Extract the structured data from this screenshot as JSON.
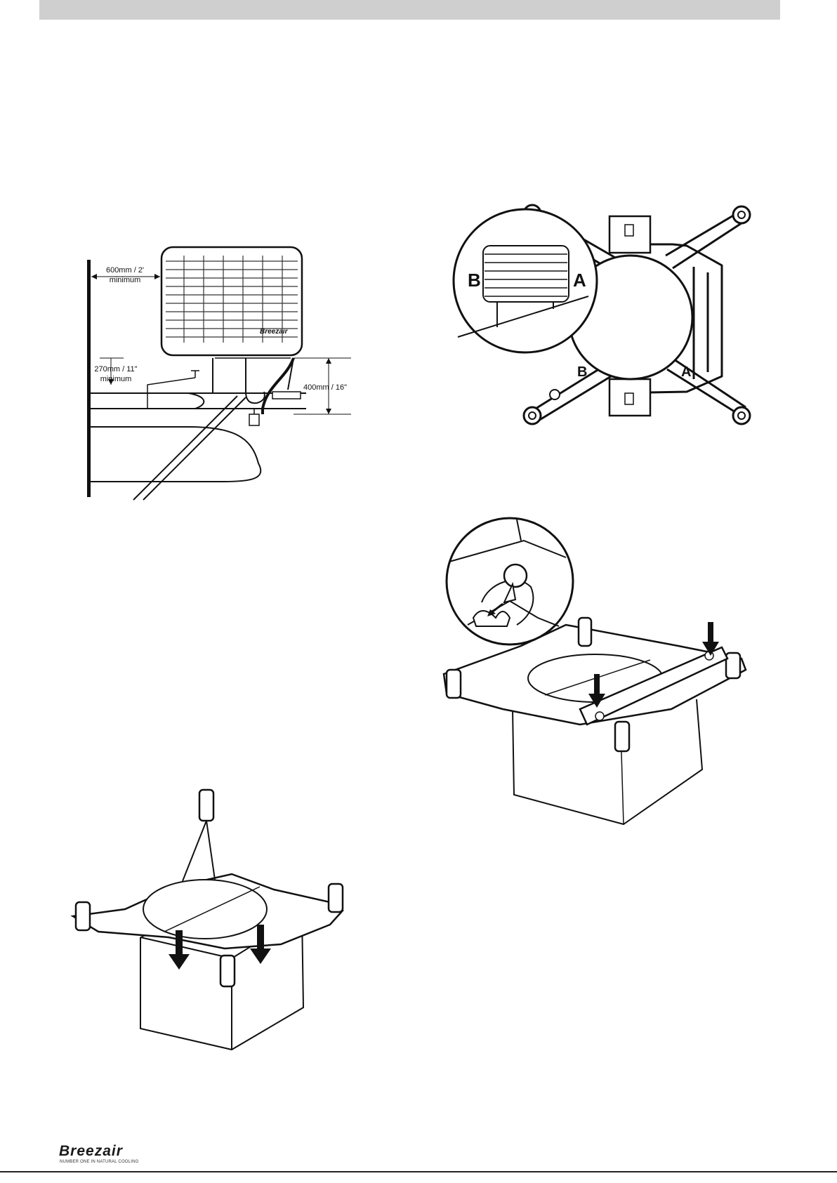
{
  "figure_clearance": {
    "side_clearance": "600mm / 2'",
    "side_clearance_note": "minimum",
    "bottom_clearance": "270mm / 11\"",
    "bottom_clearance_note": "minimum",
    "roof_height": "400mm / 16\"",
    "unit_badge": "Breezair"
  },
  "figure_orientation": {
    "label_b_large": "B",
    "label_a_large": "A",
    "label_b_small": "B",
    "label_a_small": "A"
  },
  "footer": {
    "brand": "Breezair",
    "tagline": "NUMBER ONE IN NATURAL COOLING"
  }
}
